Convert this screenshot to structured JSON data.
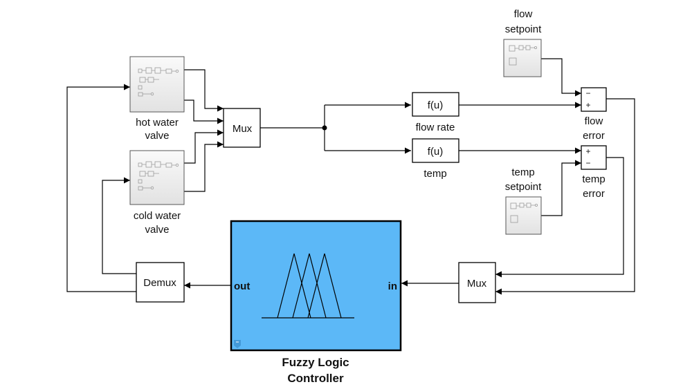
{
  "diagram": {
    "blocks": {
      "hot_valve": {
        "line1": "hot water",
        "line2": "valve"
      },
      "cold_valve": {
        "line1": "cold water",
        "line2": "valve"
      },
      "mux_top": {
        "label": "Mux"
      },
      "fcn_flow": {
        "label": "f(u)",
        "caption": "flow rate"
      },
      "fcn_temp": {
        "label": "f(u)",
        "caption": "temp"
      },
      "flow_setpoint": {
        "line1": "flow",
        "line2": "setpoint"
      },
      "temp_setpoint": {
        "line1": "temp",
        "line2": "setpoint"
      },
      "flow_error": {
        "line1": "flow",
        "line2": "error",
        "sign_top": "−",
        "sign_bottom": "+"
      },
      "temp_error": {
        "line1": "temp",
        "line2": "error",
        "sign_top": "+",
        "sign_bottom": "−"
      },
      "mux_bottom": {
        "label": "Mux"
      },
      "demux": {
        "label": "Demux"
      },
      "flc": {
        "line1": "Fuzzy Logic",
        "line2": "Controller",
        "port_out": "out",
        "port_in": "in"
      }
    },
    "colors": {
      "flc_fill": "#5cb8f7",
      "subsystem_fill": "#ececec"
    },
    "icons": [
      "subsystem-icon",
      "membership-functions-icon",
      "look-under-mask-icon"
    ]
  }
}
